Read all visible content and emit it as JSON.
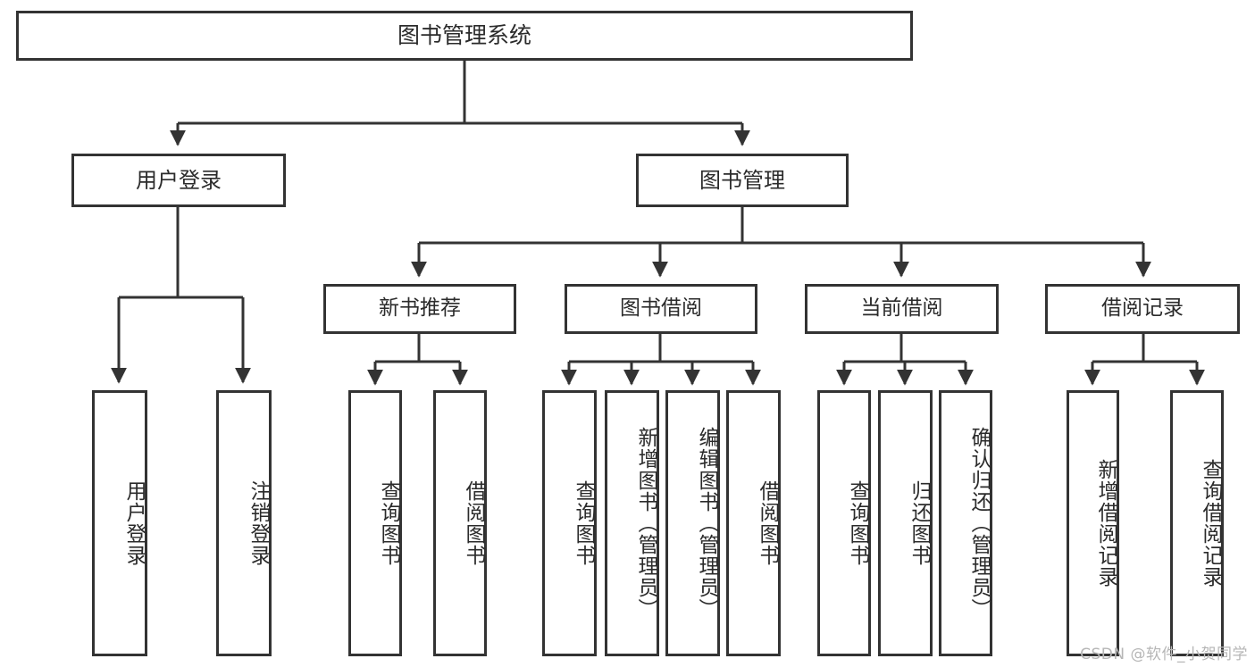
{
  "diagram": {
    "title": "图书管理系统",
    "type": "tree-hierarchy-chart",
    "colors": {
      "background": "#ffffff",
      "border": "#333333",
      "text": "#2b2b2b",
      "edge": "#333333",
      "watermark": "#b6b6b6"
    },
    "nodes": {
      "root": {
        "label": "图书管理系统"
      },
      "level2": [
        {
          "id": "user-login",
          "label": "用户登录"
        },
        {
          "id": "book-management",
          "label": "图书管理"
        }
      ],
      "level3": [
        {
          "id": "new-book-recommend",
          "label": "新书推荐"
        },
        {
          "id": "book-borrow",
          "label": "图书借阅"
        },
        {
          "id": "current-borrow",
          "label": "当前借阅"
        },
        {
          "id": "borrow-record",
          "label": "借阅记录"
        }
      ],
      "leaves": {
        "user-login": [
          {
            "id": "leaf-user-login",
            "label": "用户登录"
          },
          {
            "id": "leaf-logout",
            "label": "注销登录"
          }
        ],
        "new-book-recommend": [
          {
            "id": "leaf-query-book-1",
            "label": "查询图书"
          },
          {
            "id": "leaf-borrow-book-1",
            "label": "借阅图书"
          }
        ],
        "book-borrow": [
          {
            "id": "leaf-query-book-2",
            "label": "查询图书"
          },
          {
            "id": "leaf-add-book",
            "label": "新增图书（管理员）"
          },
          {
            "id": "leaf-edit-book",
            "label": "编辑图书（管理员）"
          },
          {
            "id": "leaf-borrow-book-2",
            "label": "借阅图书"
          }
        ],
        "current-borrow": [
          {
            "id": "leaf-query-book-3",
            "label": "查询图书"
          },
          {
            "id": "leaf-return-book",
            "label": "归还图书"
          },
          {
            "id": "leaf-confirm-return",
            "label": "确认归还（管理员）"
          }
        ],
        "borrow-record": [
          {
            "id": "leaf-add-record",
            "label": "新增借阅记录"
          },
          {
            "id": "leaf-query-record",
            "label": "查询借阅记录"
          }
        ]
      }
    },
    "watermark": "CSDN @软件_小贺同学"
  }
}
